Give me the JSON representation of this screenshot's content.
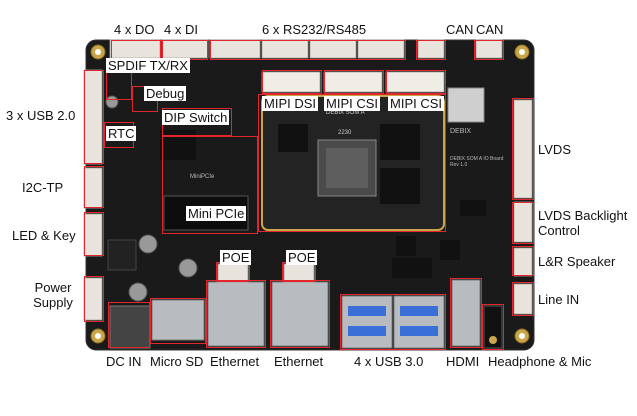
{
  "labels": {
    "do": "4 x DO",
    "di": "4 x DI",
    "rs": "6 x RS232/RS485",
    "can1": "CAN",
    "can2": "CAN",
    "spdif": "SPDIF TX/RX",
    "debug": "Debug",
    "dip": "DIP Switch",
    "usb2": "3 x USB 2.0",
    "rtc": "RTC",
    "mipi_dsi": "MIPI DSI",
    "mipi_csi1": "MIPI CSI",
    "mipi_csi2": "MIPI CSI",
    "lvds": "LVDS",
    "i2c": "I2C-TP",
    "mini_pcie": "Mini PCIe",
    "lvds_bl": "LVDS Backlight Control",
    "led_key": "LED & Key",
    "poe1": "POE",
    "poe2": "POE",
    "lr_speaker": "L&R Speaker",
    "power_supply": "Power Supply",
    "line_in": "Line IN",
    "dc_in": "DC IN",
    "micro_sd": "Micro SD",
    "ethernet1": "Ethernet",
    "ethernet2": "Ethernet",
    "usb3": "4 x USB 3.0",
    "hdmi": "HDMI",
    "headphone": "Headphone & Mic"
  },
  "silkscreen": {
    "som_brand": "DEBIX SOM A",
    "chip_code": "2230",
    "logo": "DEBIX",
    "board_name": "DEBIX SOM A IO Board",
    "board_rev": "Rev 1.0",
    "mini_pcie_silk": "MiniPCIe"
  },
  "colors": {
    "pcb": "#1a1a1a",
    "pcb_edge": "#2b2b2b",
    "highlight_box": "#e3262d",
    "connector": "#e8e3dc",
    "metal": "#b8bcc0",
    "usb_blue": "#3a6fd8"
  }
}
